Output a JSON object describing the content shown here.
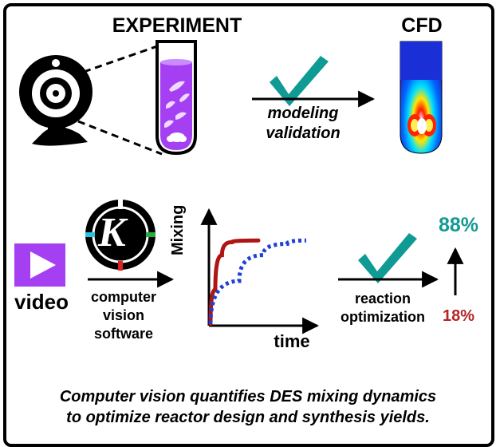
{
  "labels": {
    "experiment": "EXPERIMENT",
    "cfd": "CFD",
    "modeling": "modeling",
    "validation": "validation",
    "video": "video",
    "computer": "computer",
    "vision": "vision",
    "software": "software",
    "mixing": "Mixing",
    "time": "time",
    "reaction": "reaction",
    "optimization": "optimization",
    "yield_high": "88%",
    "yield_low": "18%",
    "software_logo_letter": "K"
  },
  "caption": {
    "line1": "Computer vision quantifies DES mixing dynamics",
    "line2": "to optimize reactor design and synthesis yields."
  },
  "colors": {
    "teal": "#0f9a94",
    "purple": "#a43ff2",
    "red": "#b01515",
    "blue": "#1f3fd6",
    "high_yield": "#149a94",
    "low_yield": "#b42424"
  },
  "chart_data": {
    "type": "line",
    "xlabel": "time",
    "ylabel": "Mixing",
    "series": [
      {
        "style": "solid",
        "color": "#b01515",
        "points": [
          [
            0,
            0
          ],
          [
            0.05,
            0.4
          ],
          [
            0.12,
            0.8
          ],
          [
            0.22,
            0.95
          ],
          [
            0.5,
            0.97
          ]
        ]
      },
      {
        "style": "dotted",
        "color": "#1f3fd6",
        "points": [
          [
            0,
            0
          ],
          [
            0.3,
            0.5
          ],
          [
            0.55,
            0.8
          ],
          [
            0.8,
            0.93
          ],
          [
            1,
            0.97
          ]
        ]
      }
    ]
  }
}
